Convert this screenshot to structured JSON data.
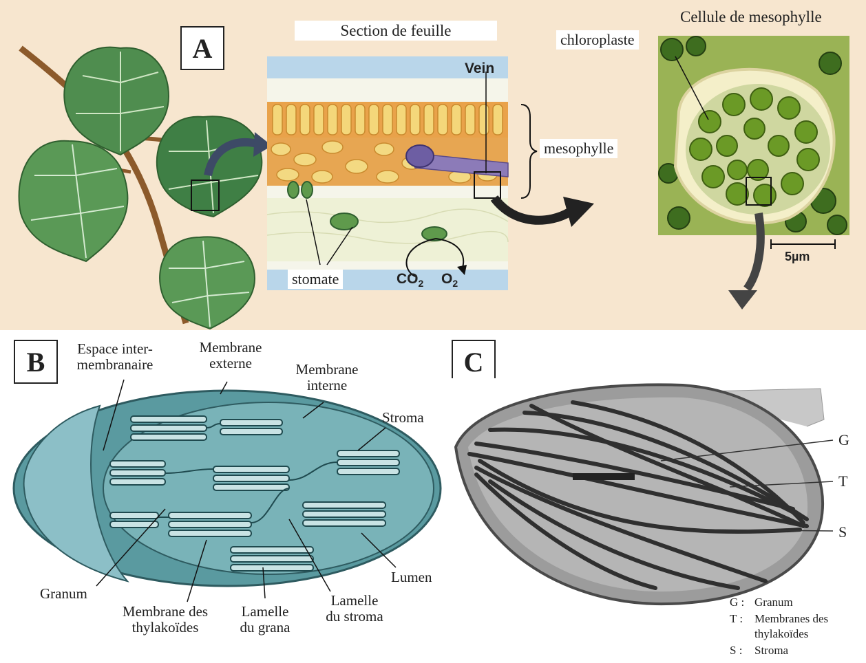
{
  "panel_a": {
    "badge": "A",
    "section_title": "Section de feuille",
    "cell_title": "Cellule de mesophylle",
    "vein": "Vein",
    "mesophylle": "mesophylle",
    "stomate": "stomate",
    "co2": "CO",
    "co2_sub": "2",
    "o2": "O",
    "o2_sub": "2",
    "chloroplaste": "chloroplaste",
    "scale": "5µm"
  },
  "panel_b": {
    "badge": "B",
    "espace_1": "Espace inter-",
    "espace_2": "membranaire",
    "externe_1": "Membrane",
    "externe_2": "externe",
    "interne_1": "Membrane",
    "interne_2": "interne",
    "stroma": "Stroma",
    "granum": "Granum",
    "thyl_1": "Membrane des",
    "thyl_2": "thylakoïdes",
    "grana_1": "Lamelle",
    "grana_2": "du grana",
    "lam_stroma_1": "Lamelle",
    "lam_stroma_2": "du stroma",
    "lumen": "Lumen"
  },
  "panel_c": {
    "badge": "C",
    "g": "G",
    "t": "T",
    "s": "S",
    "legend": [
      {
        "key": "G :",
        "text": "Granum"
      },
      {
        "key": "T :",
        "text": "Membranes des"
      },
      {
        "key": "",
        "text": "thylakoïdes"
      },
      {
        "key": "S :",
        "text": "Stroma"
      }
    ]
  },
  "colors": {
    "panel_a_bg": "#f7e6cf",
    "leaf": "#4f8d4f",
    "chloroplast_3d": "#5d9b9e",
    "micrograph": "#9a9a9a"
  }
}
